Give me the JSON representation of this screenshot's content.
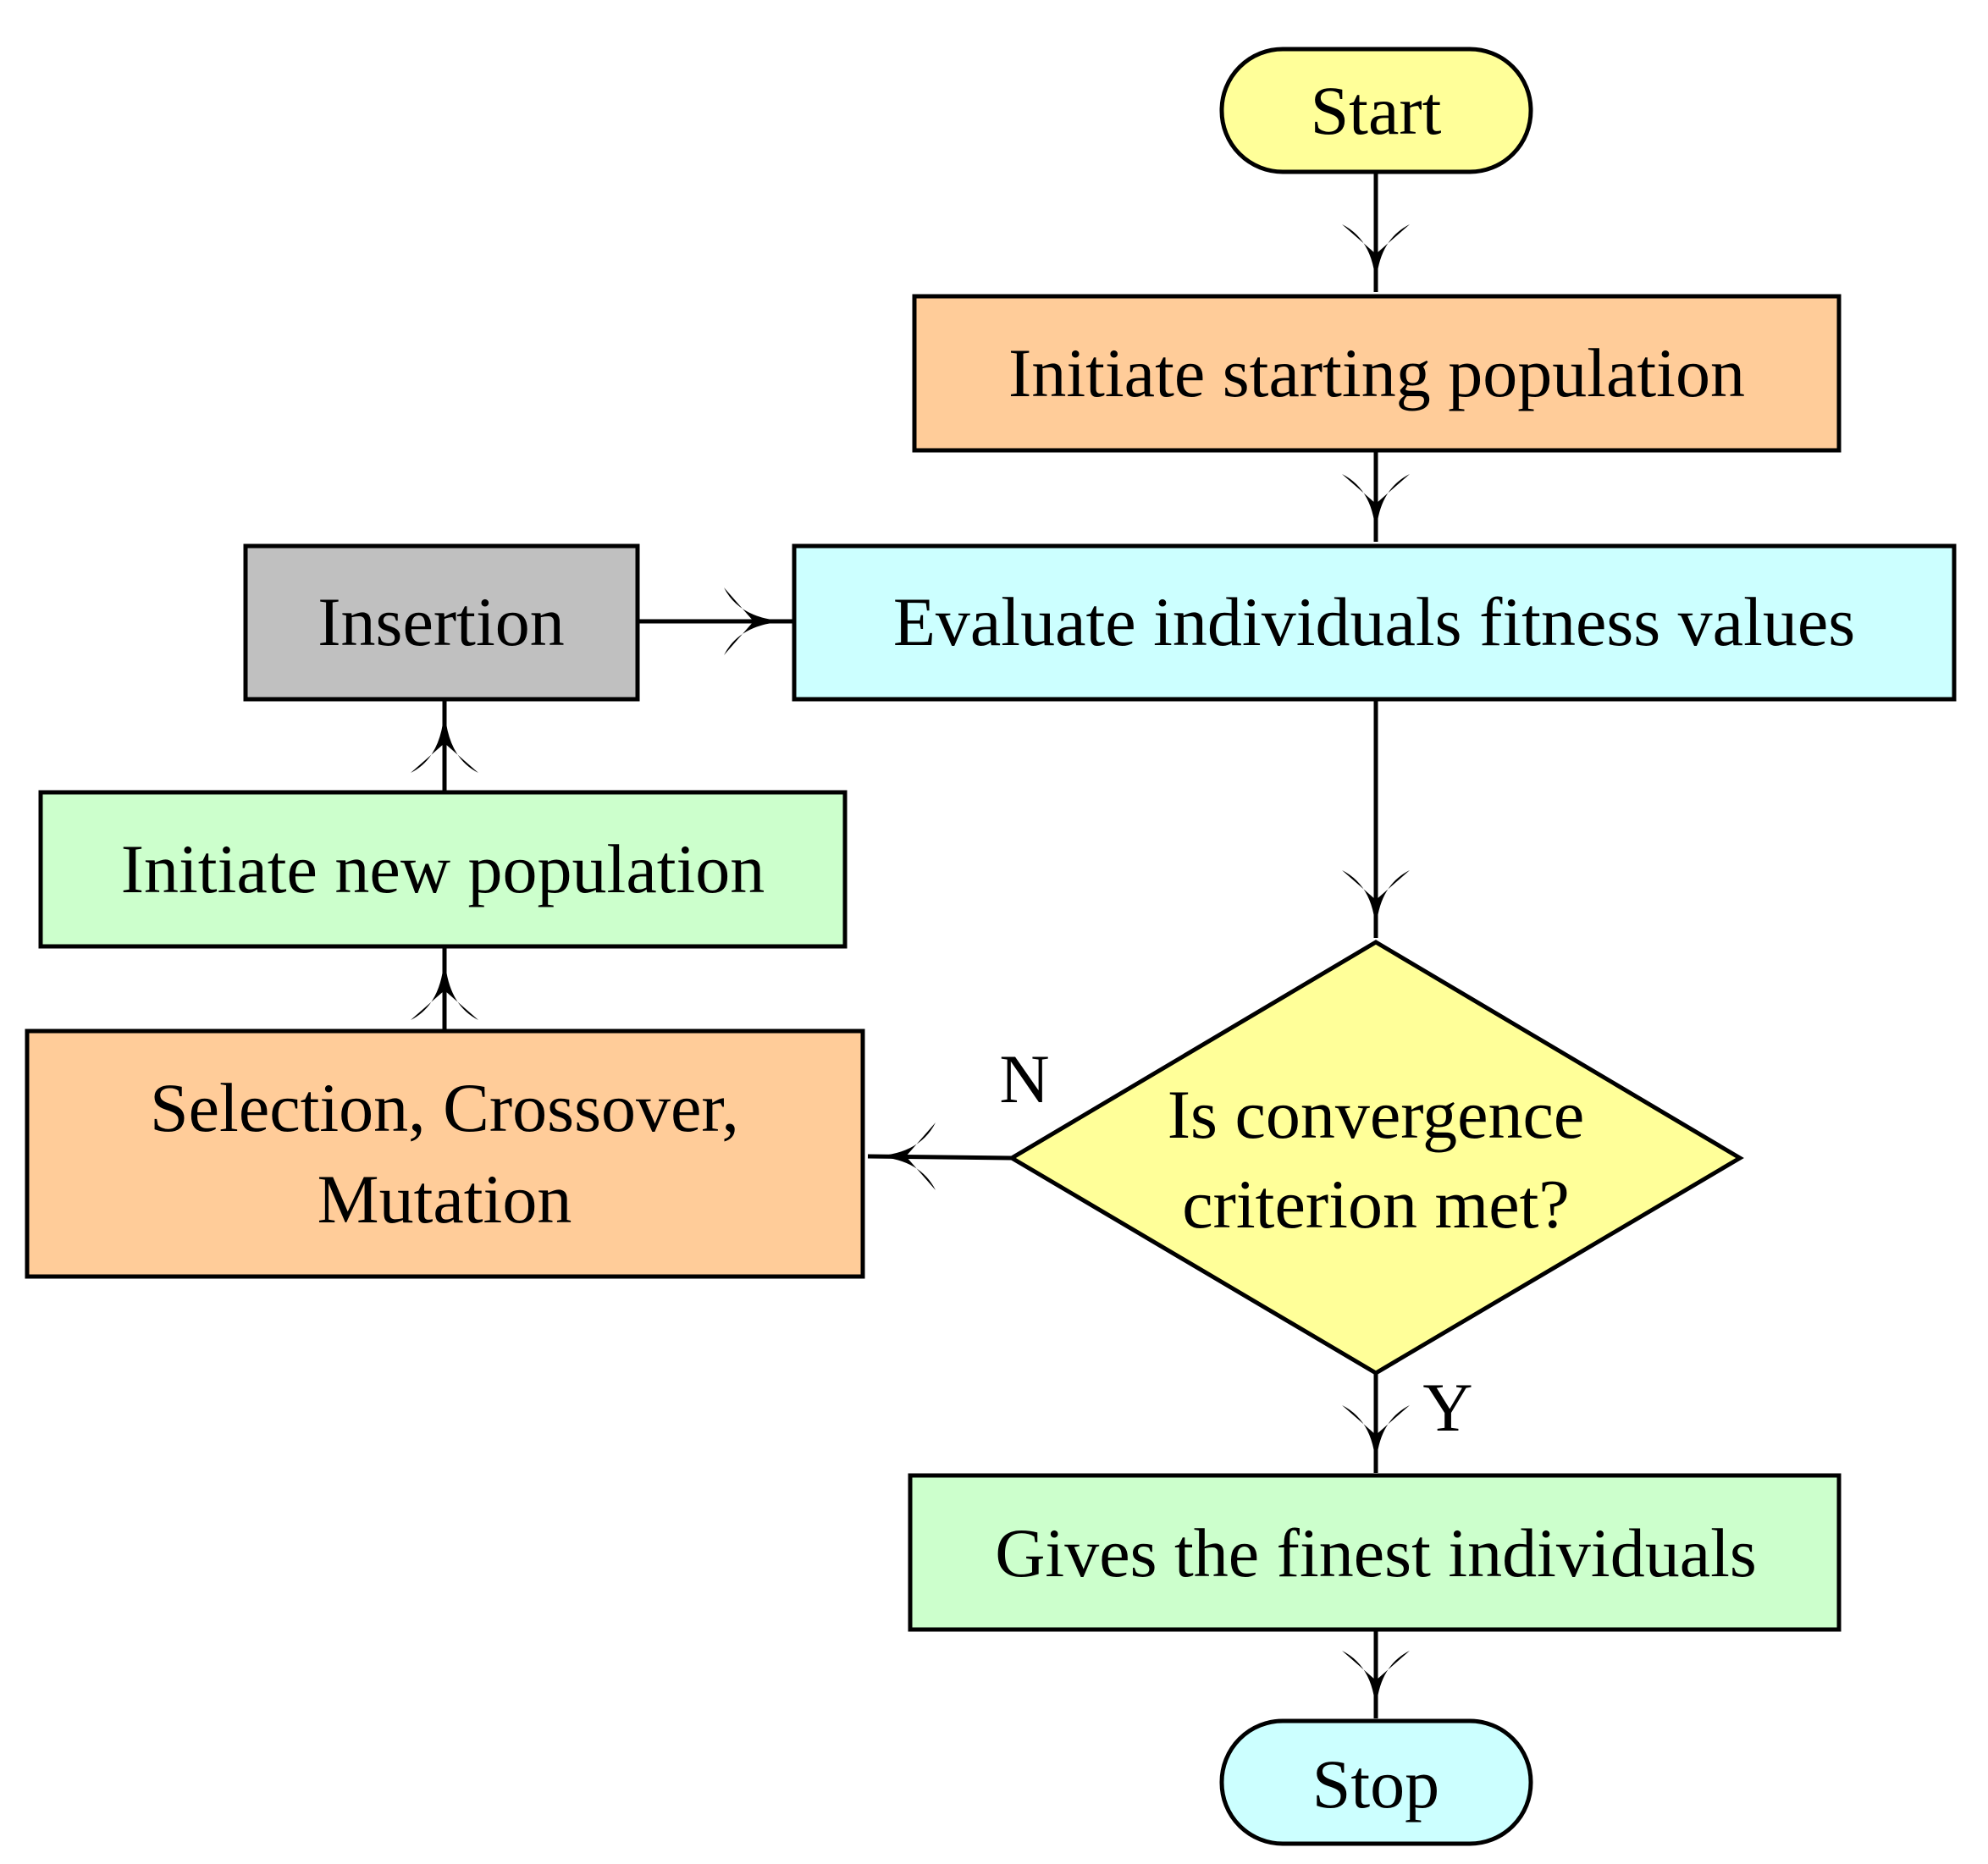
{
  "nodes": {
    "start": {
      "label": "Start",
      "fill": "#ffff99"
    },
    "init_pop": {
      "label": "Initiate starting population",
      "fill": "#ffcc99"
    },
    "evaluate": {
      "label": "Evaluate individuals fitness values",
      "fill": "#ccffff"
    },
    "insertion": {
      "label": "Insertion",
      "fill": "#c0c0c0"
    },
    "new_pop": {
      "label": "Initiate new population",
      "fill": "#ccffcc"
    },
    "operators": {
      "line1": "Selection, Crossover,",
      "line2": "Mutation",
      "fill": "#ffcc99"
    },
    "decision": {
      "line1": "Is convergence",
      "line2": "criterion met?",
      "fill": "#ffff99"
    },
    "finest": {
      "label": "Gives the finest individuals",
      "fill": "#ccffcc"
    },
    "stop": {
      "label": "Stop",
      "fill": "#ccffff"
    }
  },
  "edges": {
    "no_label": "N",
    "yes_label": "Y"
  }
}
